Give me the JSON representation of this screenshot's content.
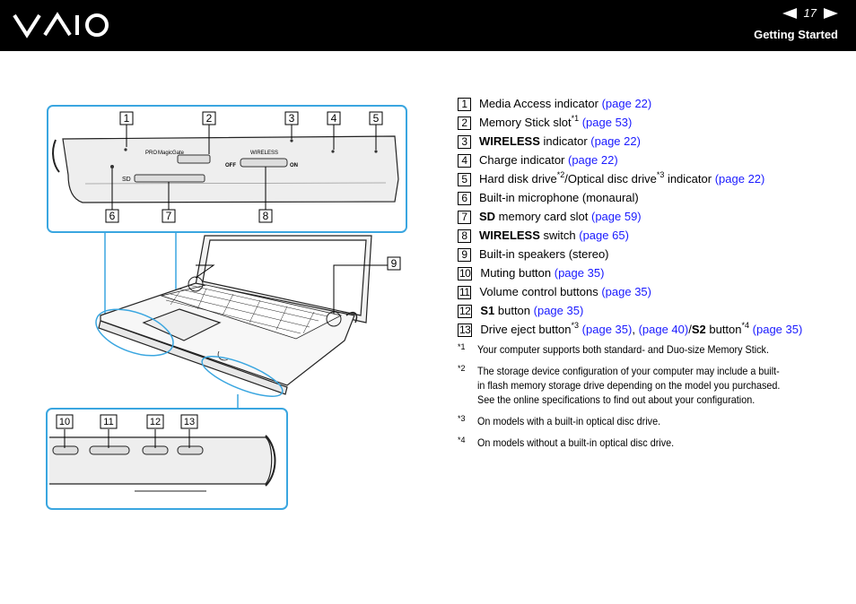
{
  "header": {
    "brand": "VAIO",
    "page_number": "17",
    "section": "Getting Started"
  },
  "figure": {
    "labels": [
      "1",
      "2",
      "3",
      "4",
      "5",
      "6",
      "7",
      "8",
      "9",
      "10",
      "11",
      "12",
      "13"
    ],
    "panel_text": {
      "pro": "PRO",
      "magicgate": "MagicGate",
      "wireless": "WIRELESS",
      "off": "OFF",
      "on": "ON",
      "sd": "SD"
    }
  },
  "items": [
    {
      "num": "1",
      "parts": [
        {
          "t": "Media Access indicator "
        },
        {
          "t": "(page 22)",
          "link": true
        }
      ]
    },
    {
      "num": "2",
      "parts": [
        {
          "t": "Memory Stick slot"
        },
        {
          "t": "*1",
          "sup": true
        },
        {
          "t": " "
        },
        {
          "t": "(page 53)",
          "link": true
        }
      ]
    },
    {
      "num": "3",
      "parts": [
        {
          "t": "WIRELESS",
          "bold": true
        },
        {
          "t": " indicator "
        },
        {
          "t": "(page 22)",
          "link": true
        }
      ]
    },
    {
      "num": "4",
      "parts": [
        {
          "t": "Charge indicator "
        },
        {
          "t": "(page 22)",
          "link": true
        }
      ]
    },
    {
      "num": "5",
      "parts": [
        {
          "t": "Hard disk drive"
        },
        {
          "t": "*2",
          "sup": true
        },
        {
          "t": "/Optical disc drive"
        },
        {
          "t": "*3",
          "sup": true
        },
        {
          "t": " indicator "
        },
        {
          "t": "(page 22)",
          "link": true
        }
      ]
    },
    {
      "num": "6",
      "parts": [
        {
          "t": "Built-in microphone (monaural)"
        }
      ]
    },
    {
      "num": "7",
      "parts": [
        {
          "t": "SD",
          "bold": true
        },
        {
          "t": " memory card slot "
        },
        {
          "t": "(page 59)",
          "link": true
        }
      ]
    },
    {
      "num": "8",
      "parts": [
        {
          "t": "WIRELESS",
          "bold": true
        },
        {
          "t": " switch "
        },
        {
          "t": "(page 65)",
          "link": true
        }
      ]
    },
    {
      "num": "9",
      "parts": [
        {
          "t": "Built-in speakers (stereo)"
        }
      ]
    },
    {
      "num": "10",
      "parts": [
        {
          "t": "Muting button "
        },
        {
          "t": "(page 35)",
          "link": true
        }
      ]
    },
    {
      "num": "11",
      "parts": [
        {
          "t": "Volume control buttons "
        },
        {
          "t": "(page 35)",
          "link": true
        }
      ]
    },
    {
      "num": "12",
      "parts": [
        {
          "t": "S1",
          "bold": true
        },
        {
          "t": " button "
        },
        {
          "t": "(page 35)",
          "link": true
        }
      ]
    },
    {
      "num": "13",
      "parts": [
        {
          "t": "Drive eject button"
        },
        {
          "t": "*3",
          "sup": true
        },
        {
          "t": " "
        },
        {
          "t": "(page 35)",
          "link": true
        },
        {
          "t": ", "
        },
        {
          "t": "(page 40)",
          "link": true
        },
        {
          "t": "/"
        },
        {
          "t": "S2",
          "bold": true
        },
        {
          "t": " button"
        },
        {
          "t": "*4",
          "sup": true
        },
        {
          "t": " "
        },
        {
          "t": "(page 35)",
          "link": true
        }
      ]
    }
  ],
  "notes": [
    {
      "mark": "*1",
      "text": "Your computer supports both standard- and Duo-size Memory Stick."
    },
    {
      "mark": "*2",
      "text": "The storage device configuration of your computer may include a built-in flash memory storage drive depending on the model you purchased. See the online specifications to find out about your configuration."
    },
    {
      "mark": "*3",
      "text": "On models with a built-in optical disc drive."
    },
    {
      "mark": "*4",
      "text": "On models without a built-in optical disc drive."
    }
  ],
  "colors": {
    "header_bg": "#000000",
    "link": "#1a1aff",
    "callout_frame": "#3aa6e0"
  }
}
